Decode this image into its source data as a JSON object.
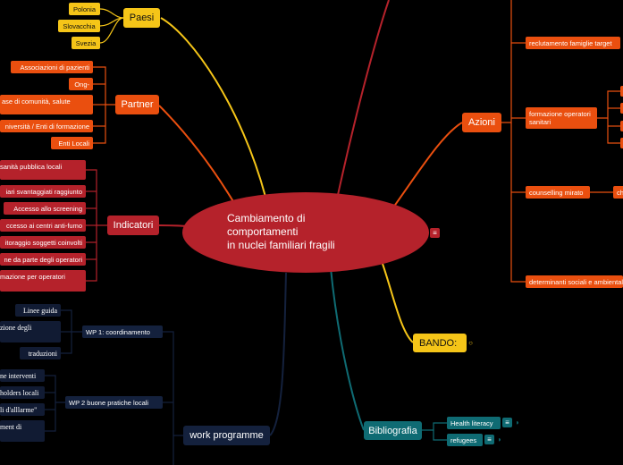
{
  "center": {
    "lines": [
      "Cambiamento di",
      "comportamenti",
      "in nuclei familiari fragili"
    ]
  },
  "paesi": {
    "label": "Paesi",
    "items": [
      "Polonia",
      "Slovacchia",
      "Svezia"
    ]
  },
  "partner": {
    "label": "Partner",
    "items": [
      "Associazioni di pazienti",
      "Ong-",
      "ase di comunità, salute",
      "niversità / Enti di formazione",
      "Enti Locali"
    ]
  },
  "indicatori": {
    "label": "Indicatori",
    "items": [
      "sanità pubblica locali",
      "iari svantaggiati raggiunto",
      "Accesso allo screening",
      "ccesso ai centri anti-fumo",
      "itoraggio soggetti coinvolti",
      "ne da parte degli operatori",
      "mazione per operatori"
    ]
  },
  "azioni": {
    "label": "Azioni",
    "items": [
      "reclutamento famiglie target",
      "formazione operatori sanitari",
      "counselling mirato",
      "determinanti sociali e ambientali"
    ],
    "counselling_child": "ch"
  },
  "bando": {
    "label": "BANDO:"
  },
  "bibliografia": {
    "label": "Bibliografia",
    "items": [
      "Health literacy",
      "refugees"
    ]
  },
  "work_programme": {
    "label": "work programme",
    "wp1": {
      "label": "WP 1: coordinamento",
      "items": [
        "Linee guida",
        "zione degli",
        "traduzioni"
      ]
    },
    "wp2": {
      "label": "WP 2 buone pratiche locali",
      "items": [
        "ne interventi",
        "holders locali",
        "li d'alllarme\"",
        "ment di"
      ]
    }
  },
  "icons": {
    "notes": "notes-icon",
    "collapse": "collapse-icon"
  },
  "colors": {
    "yellow": "#f5c518",
    "orange": "#ea4f0f",
    "red": "#b5222b",
    "navy": "#14213d",
    "teal": "#0f6b73"
  }
}
